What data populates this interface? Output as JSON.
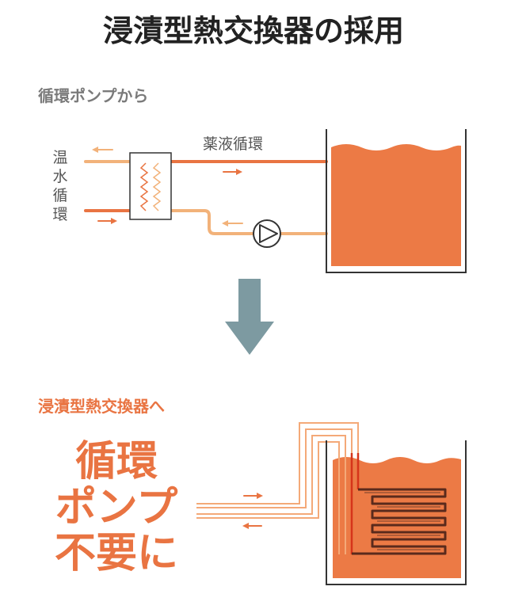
{
  "title": "浸漬型熱交換器の採用",
  "top_section": {
    "heading": "循環ポンプから",
    "hot_water_label": [
      "温",
      "水",
      "循",
      "環"
    ],
    "chemical_label": "薬液循環"
  },
  "bottom_section": {
    "heading": "浸漬型熱交換器へ",
    "callout_lines": [
      "循環",
      "ポンプ",
      "不要に"
    ]
  },
  "colors": {
    "title_text": "#222222",
    "gray_text": "#7a7a7a",
    "accent_orange": "#e97442",
    "light_orange": "#f2b27a",
    "liquid": "#ec7a45",
    "tank_outline": "#333333",
    "arrow_down": "#7d9aa1",
    "coil": "#5a2a1c",
    "hot_pipe": "#d6341a"
  },
  "icons": [
    "heat-exchanger-icon",
    "pump-icon",
    "down-arrow-icon",
    "immersion-coil-icon"
  ]
}
